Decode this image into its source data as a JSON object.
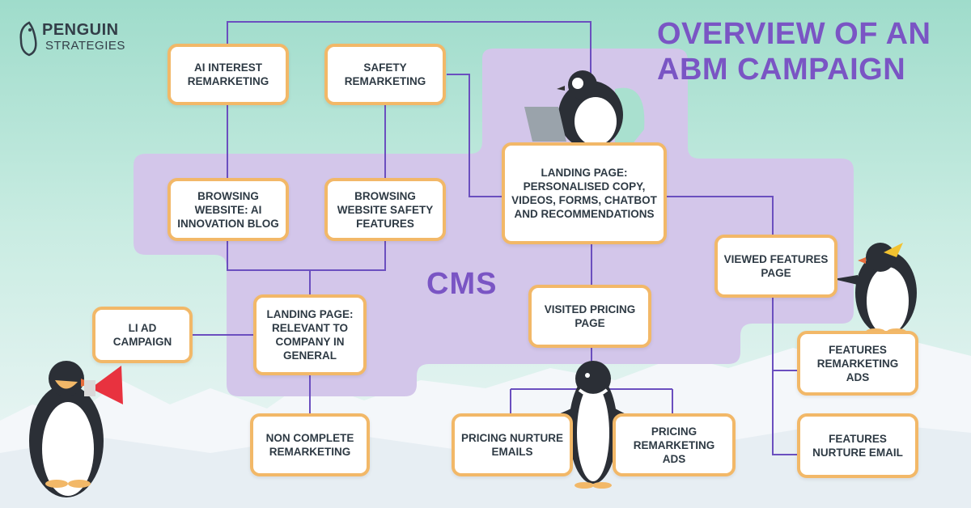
{
  "logo": {
    "line1": "PENGUIN",
    "line2": "STRATEGIES"
  },
  "title": {
    "line1": "OVERVIEW OF AN",
    "line2": "ABM CAMPAIGN"
  },
  "region_label": "CMS",
  "nodes": {
    "ai_interest_remarketing": "AI INTEREST REMARKETING",
    "safety_remarketing": "SAFETY REMARKETING",
    "browsing_ai_blog": "BROWSING WEBSITE: AI INNOVATION BLOG",
    "browsing_safety": "BROWSING WEBSITE SAFETY FEATURES",
    "landing_general": "LANDING PAGE: RELEVANT TO COMPANY IN GENERAL",
    "li_ad_campaign": "LI AD CAMPAIGN",
    "non_complete_remarketing": "NON COMPLETE REMARKETING",
    "landing_personalised": "LANDING PAGE: PERSONALISED COPY, VIDEOS, FORMS, CHATBOT AND RECOMMENDATIONS",
    "visited_pricing": "VISITED PRICING PAGE",
    "pricing_nurture": "PRICING NURTURE EMAILS",
    "pricing_remarketing": "PRICING REMARKETING ADS",
    "viewed_features": "VIEWED FEATURES PAGE",
    "features_remarketing": "FEATURES REMARKETING ADS",
    "features_nurture": "FEATURES NURTURE EMAIL"
  },
  "colors": {
    "accent": "#7a55c4",
    "connector": "#6b4fbf",
    "node_border": "#f2b868",
    "cms_region": "#d3c6ea",
    "text": "#2e3a44"
  }
}
